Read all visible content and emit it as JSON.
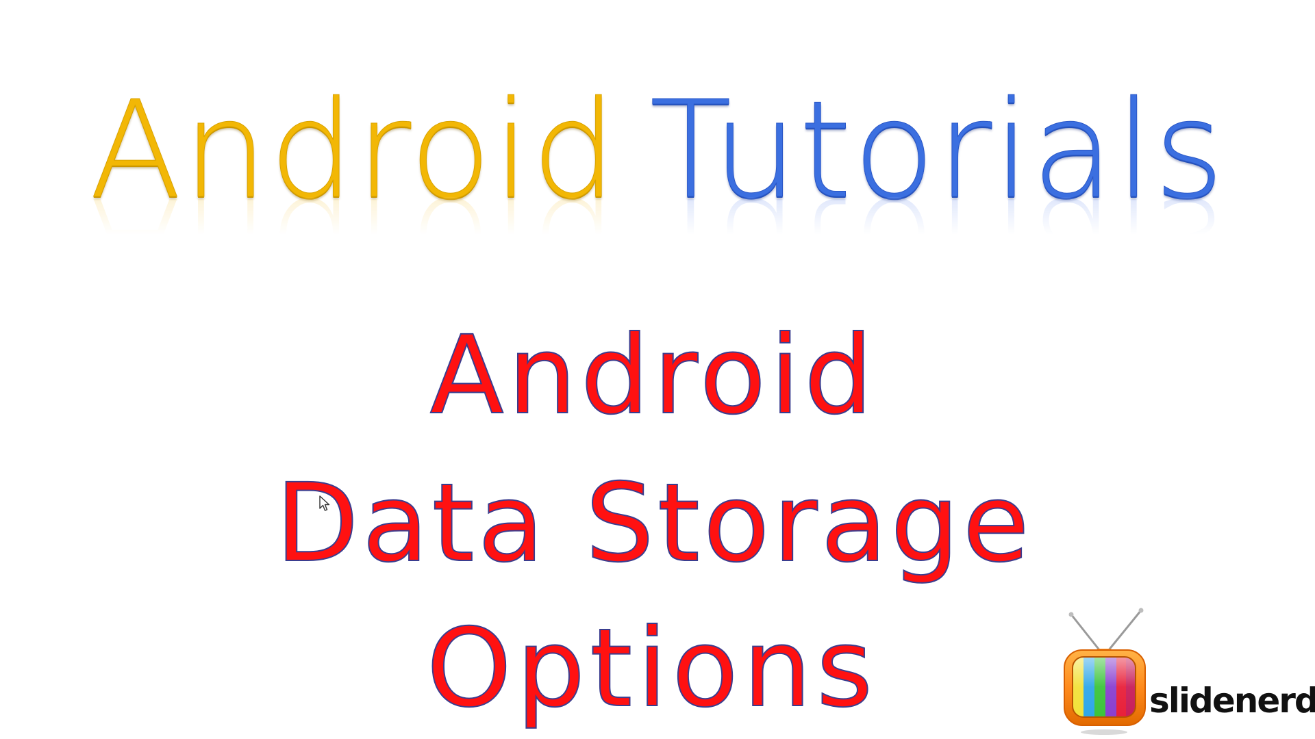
{
  "header": {
    "word_1": "Android",
    "word_2": "Tutorials"
  },
  "title": {
    "line_1": "Android",
    "line_2": "Data Storage",
    "line_3": "Options"
  },
  "logo": {
    "text": "slidenerd",
    "icon": "retro-tv-icon"
  },
  "colors": {
    "header_android": "#f2b705",
    "header_tutorials": "#3b6fe0",
    "title_fill": "#ff1111",
    "title_outline": "#3a3d8f",
    "background": "#ffffff"
  }
}
